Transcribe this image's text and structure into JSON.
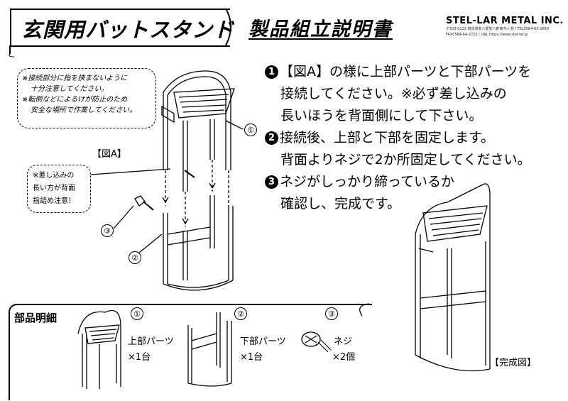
{
  "header": {
    "product_title": "玄関用バットスタンド",
    "doc_title": "製品組立説明書",
    "company": "STEL-LAR METAL INC.",
    "company_address": "〒503-0125 岐阜県安八郡安八町南今ヶ渕 / TEL0584-63-2660 FAX0584-64-2722 / URL https://www.stel-lar.jp"
  },
  "caution": {
    "lines": [
      "※接続部分に指を挟まないように",
      "十分注意してください。",
      "※転倒などによるけが防止のため",
      "安全な場所で作業してください。"
    ]
  },
  "figure_label": "【図A】",
  "side_note": {
    "lines": [
      "※差し込みの",
      "長い方が背面",
      "指詰め注意！"
    ]
  },
  "callouts": {
    "one": "①",
    "two": "②",
    "three": "③"
  },
  "steps": [
    {
      "number": "1",
      "lines": [
        "【図A】の様に上部パーツと下部パーツを",
        "接続してください。※必ず差し込みの",
        "長いほうを背面側にして下さい。"
      ]
    },
    {
      "number": "2",
      "lines": [
        "接続後、上部と下部を固定します。",
        "背面よりネジで2か所固定してください。"
      ]
    },
    {
      "number": "3",
      "lines": [
        "ネジがしっかり締っているか",
        "確認し、完成です。"
      ]
    }
  ],
  "complete_label": "【完成図】",
  "parts": {
    "title": "部品明細",
    "items": [
      {
        "id": "①",
        "name": "上部パーツ",
        "qty": "×1台"
      },
      {
        "id": "②",
        "name": "下部パーツ",
        "qty": "×1台"
      },
      {
        "id": "③",
        "name": "ネジ",
        "qty": "×2個"
      }
    ]
  }
}
